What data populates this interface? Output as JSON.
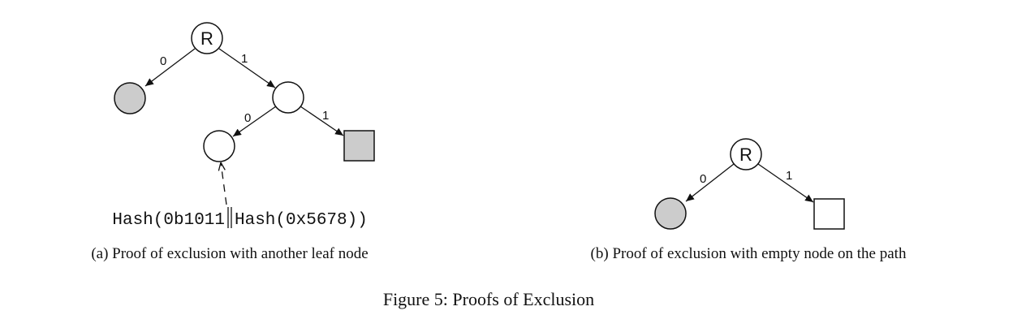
{
  "diagram_a": {
    "root_label": "R",
    "edges": {
      "root_left": "0",
      "root_right": "1",
      "inner_left": "0",
      "inner_right": "1"
    },
    "hash_prefix": "Hash(0b1011",
    "hash_suffix": "Hash(0x5678))",
    "caption": "(a) Proof of exclusion with another leaf node"
  },
  "diagram_b": {
    "root_label": "R",
    "edges": {
      "root_left": "0",
      "root_right": "1"
    },
    "caption": "(b) Proof of exclusion with empty node on the path"
  },
  "figure_caption": "Figure 5: Proofs of Exclusion",
  "colors": {
    "stroke": "#111111",
    "filled_node": "#cccccc",
    "empty_node": "#ffffff"
  }
}
